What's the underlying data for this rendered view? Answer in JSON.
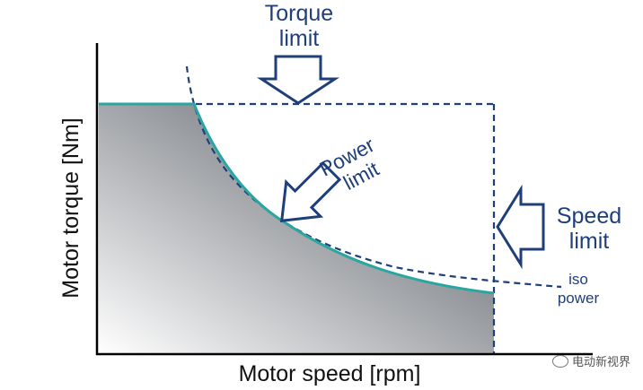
{
  "labels": {
    "torque_limit": [
      "Torque",
      "limit"
    ],
    "power_limit": [
      "Power",
      "limit"
    ],
    "speed_limit": [
      "Speed",
      "limit"
    ],
    "iso_power": [
      "iso",
      "power"
    ],
    "x_axis": "Motor speed [rpm]",
    "y_axis": "Motor torque [Nm]",
    "watermark": "电动新视界"
  },
  "colors": {
    "curve": "#2aa6a0",
    "dash": "#1f3f7a",
    "arrow": "#1f3f7a",
    "fill_dark": "#4a4f57",
    "fill_light": "#ffffff"
  },
  "icons": [
    "down-arrow-icon",
    "diagonal-arrow-icon",
    "left-arrow-icon",
    "wechat-icon"
  ]
}
